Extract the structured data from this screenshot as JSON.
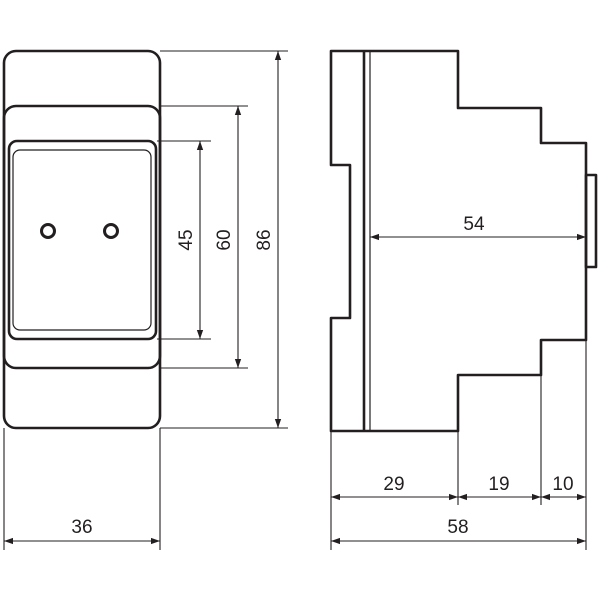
{
  "drawing": {
    "front_view": {
      "dimensions": {
        "window_height": "45",
        "middle_height": "60",
        "total_height": "86",
        "width": "36"
      }
    },
    "side_view": {
      "dimensions": {
        "depth_inner": "54",
        "step_1": "29",
        "step_2": "19",
        "step_3": "10",
        "total_depth": "58"
      }
    }
  }
}
